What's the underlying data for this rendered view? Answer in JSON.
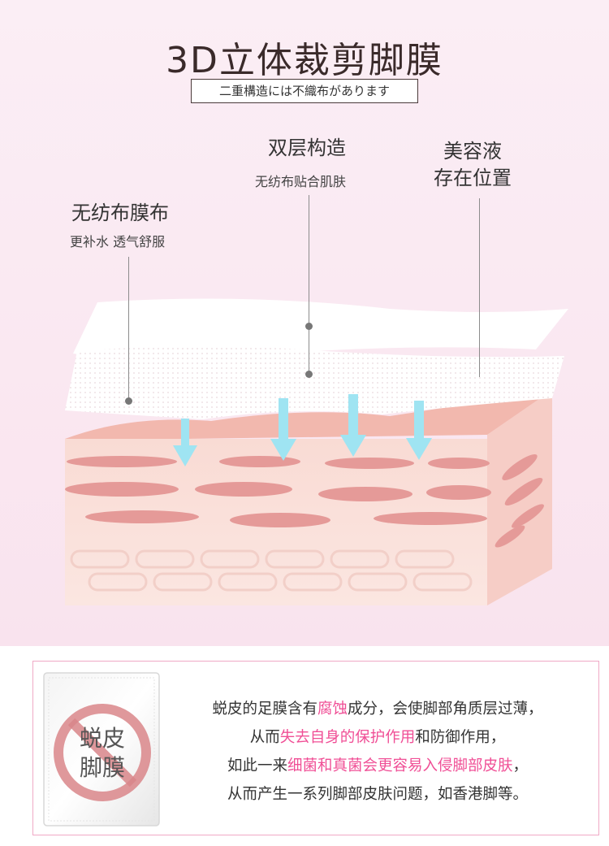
{
  "header": {
    "title": "3D立体裁剪脚膜",
    "subtitle": "二重構造には不織布があります"
  },
  "labels": {
    "nonwoven": {
      "title": "无纺布膜布",
      "sub": "更补水 透气舒服"
    },
    "double_layer": {
      "title": "双层构造",
      "sub": "无纺布贴合肌肤"
    },
    "essence": {
      "title_line1": "美容液",
      "title_line2": "存在位置"
    }
  },
  "packet": {
    "line1": "蜕皮",
    "line2": "脚膜"
  },
  "description": {
    "p1_a": "蜕皮的足膜含有",
    "p1_hl": "腐蚀",
    "p1_b": "成分，会使脚部角质层过薄，",
    "p2_a": "从而",
    "p2_hl": "失去自身的保护作用",
    "p2_b": "和防御作用，",
    "p3_a": "如此一来",
    "p3_hl": "细菌和真菌会更容易入侵脚部皮肤",
    "p3_b": "，",
    "p4": "从而产生一系列脚部皮肤问题，如香港脚等。"
  },
  "colors": {
    "highlight": "#f04f96",
    "arrow": "#9fe4f2",
    "skin": "#f6d3cd",
    "cell": "#e59a98",
    "background": "#fbeef5",
    "border": "#f0a9c6"
  }
}
